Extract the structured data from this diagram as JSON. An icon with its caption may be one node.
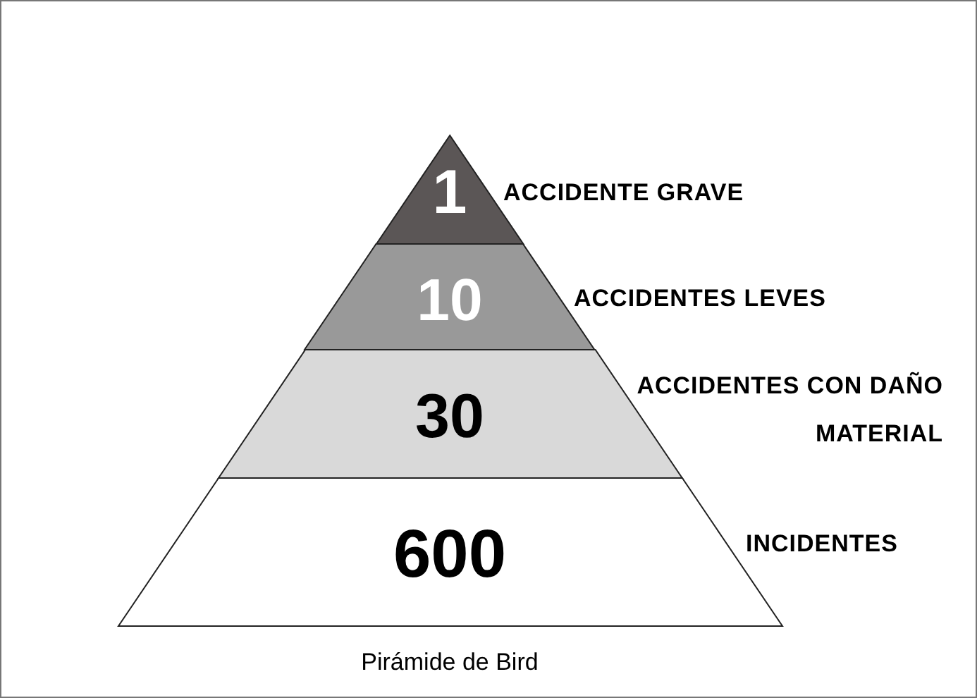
{
  "diagram": {
    "caption": "Pirámide de Bird",
    "nodes": [
      {
        "text": [
          "1"
        ],
        "beside": [
          "ACCIDENTE GRAVE"
        ]
      },
      {
        "text": [
          "10"
        ],
        "beside": [
          "ACCIDENTES LEVES"
        ]
      },
      {
        "text": [
          "30"
        ],
        "beside": [
          "ACCIDENTES CON DAÑO MATERIAL"
        ]
      },
      {
        "text": [
          "600"
        ],
        "beside": [
          "INCIDENTES"
        ]
      }
    ]
  }
}
